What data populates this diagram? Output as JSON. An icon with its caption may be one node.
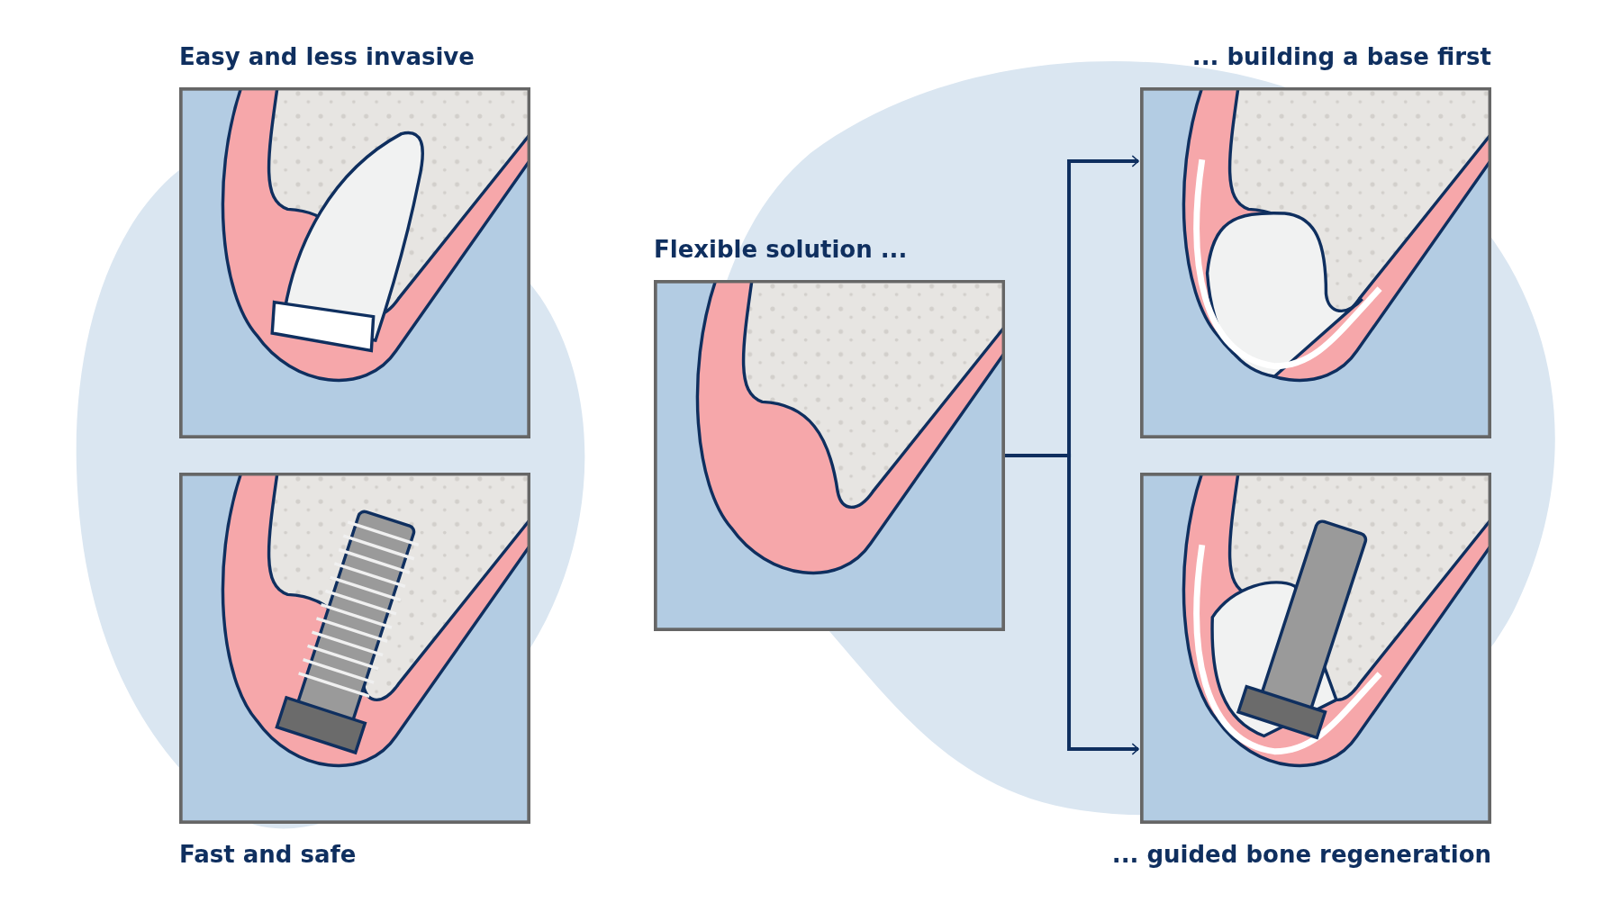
{
  "diagram": {
    "nodes": [
      {
        "text": [
          "Easy and less invasive"
        ]
      },
      {
        "text": [
          "Fast and safe"
        ]
      },
      {
        "text": [
          "Flexible solution ..."
        ]
      },
      {
        "text": [
          "... building a base first"
        ]
      },
      {
        "text": [
          "... guided bone regeneration"
        ]
      }
    ],
    "edges": [
      {
        "from": 2,
        "to": 3,
        "arrow": "to"
      },
      {
        "from": 2,
        "to": 4,
        "arrow": "to"
      }
    ]
  }
}
